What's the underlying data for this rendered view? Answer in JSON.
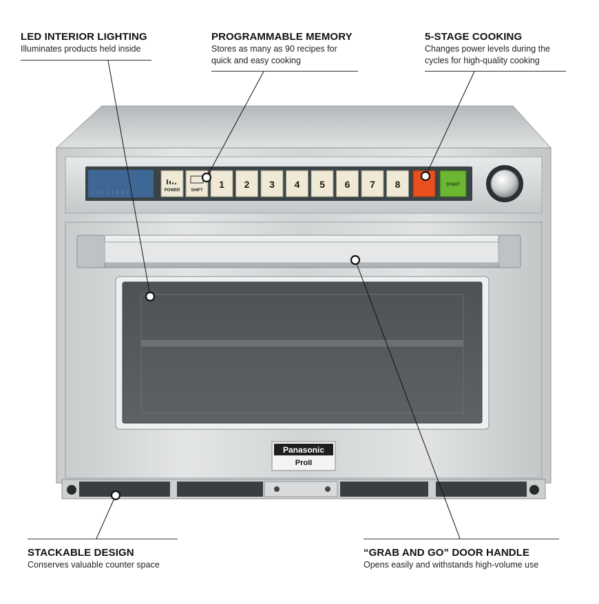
{
  "callouts": {
    "led": {
      "title": "LED INTERIOR LIGHTING",
      "desc": "Illuminates products held inside"
    },
    "memory": {
      "title": "PROGRAMMABLE MEMORY",
      "desc_line1": "Stores as many as 90 recipes for",
      "desc_line2": "quick and easy cooking"
    },
    "stage": {
      "title": "5-STAGE COOKING",
      "desc_line1": "Changes power levels during the",
      "desc_line2": "cycles for high-quality cooking"
    },
    "stackable": {
      "title": "STACKABLE DESIGN",
      "desc": "Conserves valuable counter space"
    },
    "handle": {
      "title": "“GRAB AND GO” DOOR HANDLE",
      "desc": "Opens easily and withstands high-volume use"
    }
  },
  "panel": {
    "power_label": "POWER",
    "shift_label": "SHIFT",
    "number_keys": [
      "1",
      "2",
      "3",
      "4",
      "5",
      "6",
      "7",
      "8"
    ],
    "start_label": "START",
    "stage_key_color": "#e8511e",
    "start_key_color": "#6cb631",
    "display_color": "#3f6796"
  },
  "brand": {
    "name": "Panasonic",
    "model": "ProII"
  },
  "colors": {
    "steel_light": "#d7d9da",
    "steel_mid": "#b8bbbd",
    "steel_dark": "#8e9294",
    "window": "#555a5c",
    "leader": "#111111"
  }
}
